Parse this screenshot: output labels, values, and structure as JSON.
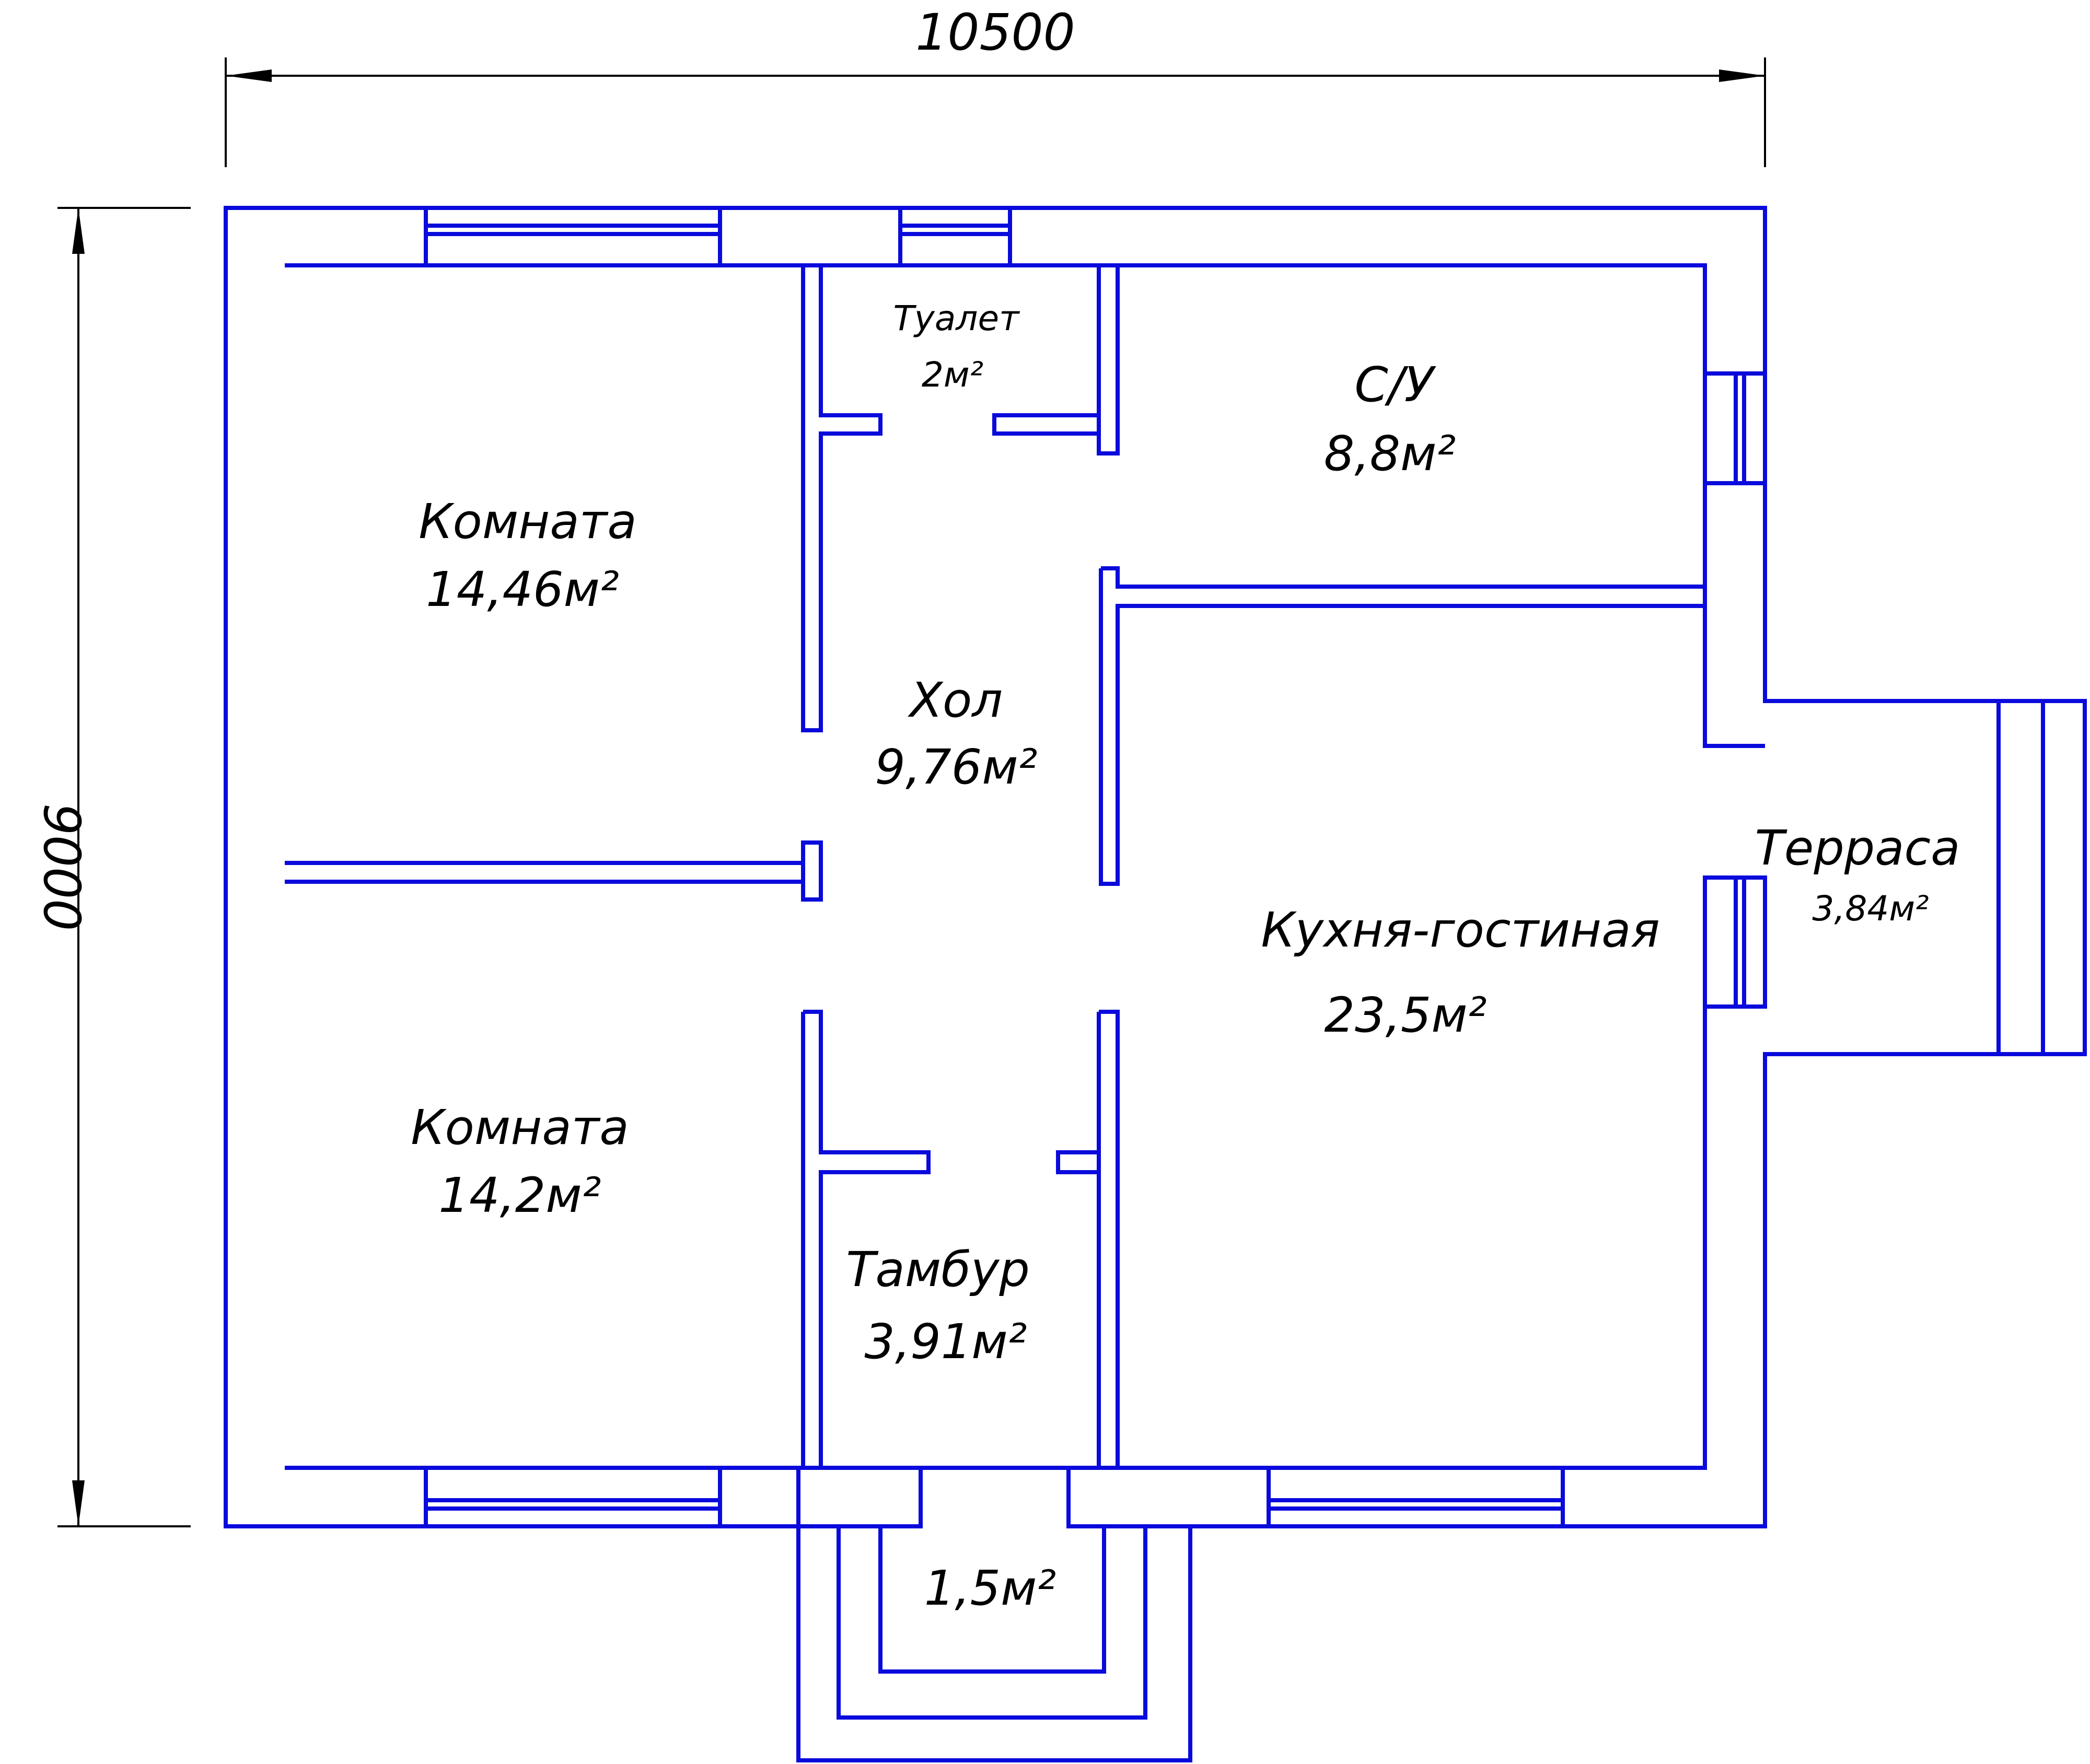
{
  "dimensions": {
    "width_label": "10500",
    "height_label": "9000"
  },
  "rooms": {
    "toilet": {
      "name": "Туалет",
      "area": "2м²"
    },
    "bathroom": {
      "name": "С/У",
      "area": "8,8м²"
    },
    "room1": {
      "name": "Комната",
      "area": "14,46м²"
    },
    "hall": {
      "name": "Хол",
      "area": "9,76м²"
    },
    "terrace": {
      "name": "Терраса",
      "area": "3,84м²"
    },
    "kitchen": {
      "name": "Кухня-гостиная",
      "area": "23,5м²"
    },
    "room2": {
      "name": "Комната",
      "area": "14,2м²"
    },
    "vestibule": {
      "name": "Тамбур",
      "area": "3,91м²"
    },
    "porch": {
      "area": "1,5м²"
    }
  },
  "colors": {
    "wall": "#0a0adc",
    "dimension": "#000000"
  }
}
